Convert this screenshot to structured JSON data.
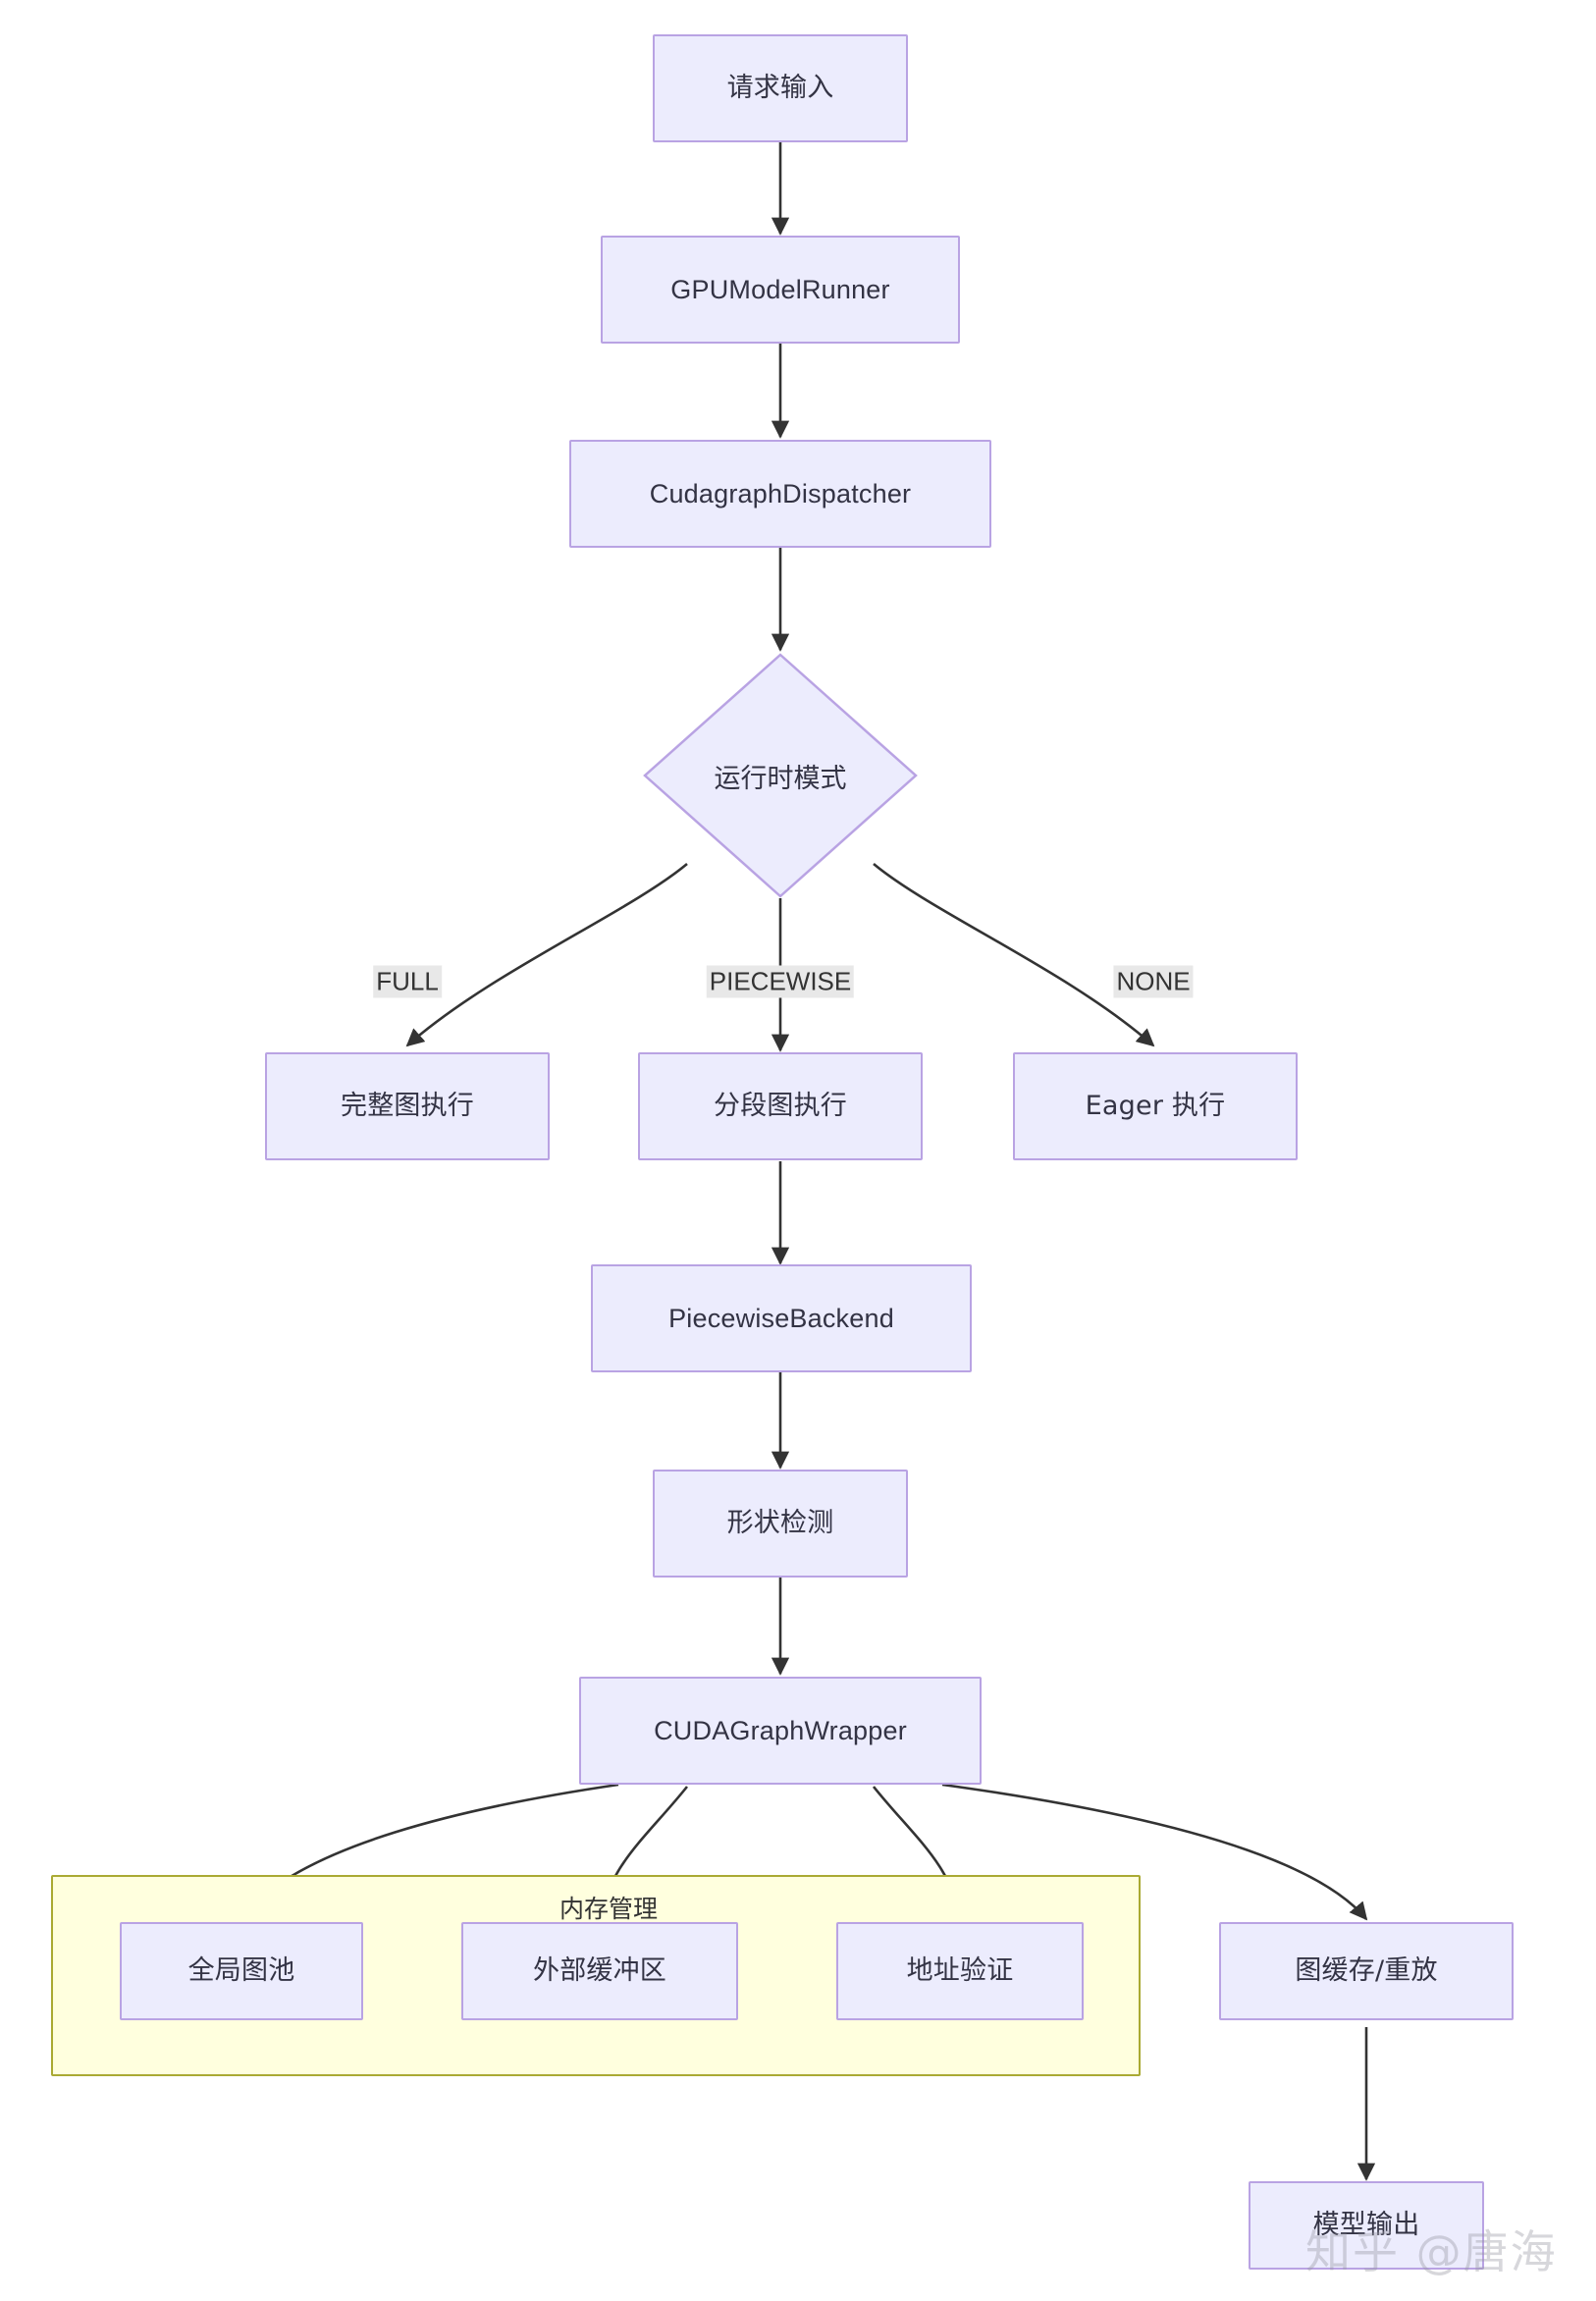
{
  "diagram": {
    "title": "CUDA Graph Dispatch Flowchart",
    "type": "flowchart",
    "direction": "top-down",
    "colors": {
      "node_fill": "#ececfd",
      "node_stroke": "#b9a3e3",
      "node_text": "#333344",
      "subgraph_fill": "#ffffde",
      "subgraph_stroke": "#aaaa33",
      "edge_stroke": "#333333",
      "edge_label_bg": "#e8e8e8",
      "background": "#ffffff"
    },
    "nodes": {
      "request_input": "请求输入",
      "gpu_model_runner": "GPUModelRunner",
      "cudagraph_dispatcher": "CudagraphDispatcher",
      "runtime_mode": "运行时模式",
      "full_graph_exec": "完整图执行",
      "piecewise_graph_exec": "分段图执行",
      "eager_exec": "Eager 执行",
      "piecewise_backend": "PiecewiseBackend",
      "shape_detection": "形状检测",
      "cuda_graph_wrapper": "CUDAGraphWrapper",
      "global_graph_pool": "全局图池",
      "external_buffer": "外部缓冲区",
      "address_validation": "地址验证",
      "graph_cache_replay": "图缓存/重放",
      "model_output": "模型输出"
    },
    "subgraphs": {
      "memory_management": "内存管理"
    },
    "edge_labels": {
      "full": "FULL",
      "piecewise": "PIECEWISE",
      "none": "NONE"
    },
    "edges": [
      {
        "from": "request_input",
        "to": "gpu_model_runner",
        "label": ""
      },
      {
        "from": "gpu_model_runner",
        "to": "cudagraph_dispatcher",
        "label": ""
      },
      {
        "from": "cudagraph_dispatcher",
        "to": "runtime_mode",
        "label": ""
      },
      {
        "from": "runtime_mode",
        "to": "full_graph_exec",
        "label": "FULL"
      },
      {
        "from": "runtime_mode",
        "to": "piecewise_graph_exec",
        "label": "PIECEWISE"
      },
      {
        "from": "runtime_mode",
        "to": "eager_exec",
        "label": "NONE"
      },
      {
        "from": "piecewise_graph_exec",
        "to": "piecewise_backend",
        "label": ""
      },
      {
        "from": "piecewise_backend",
        "to": "shape_detection",
        "label": ""
      },
      {
        "from": "shape_detection",
        "to": "cuda_graph_wrapper",
        "label": ""
      },
      {
        "from": "cuda_graph_wrapper",
        "to": "global_graph_pool",
        "label": ""
      },
      {
        "from": "cuda_graph_wrapper",
        "to": "external_buffer",
        "label": ""
      },
      {
        "from": "cuda_graph_wrapper",
        "to": "address_validation",
        "label": ""
      },
      {
        "from": "cuda_graph_wrapper",
        "to": "graph_cache_replay",
        "label": ""
      },
      {
        "from": "graph_cache_replay",
        "to": "model_output",
        "label": ""
      }
    ]
  },
  "watermark": {
    "text": "知乎 @唐海"
  }
}
